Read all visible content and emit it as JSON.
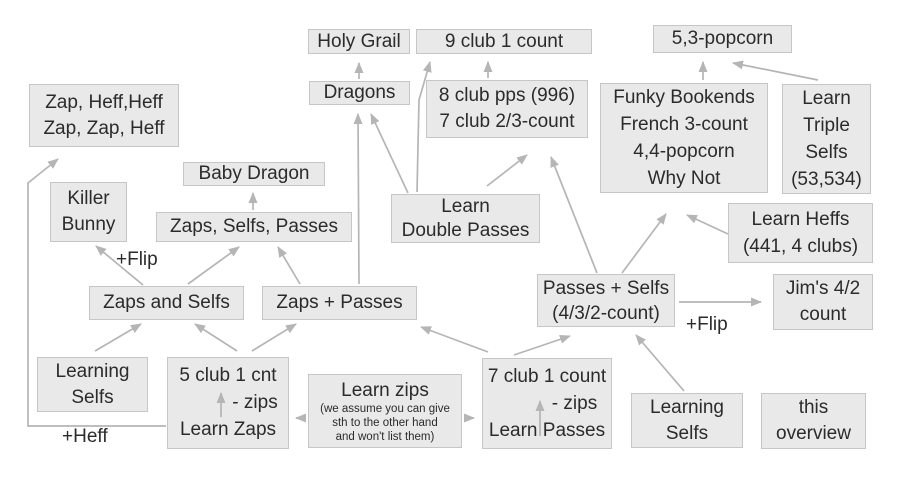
{
  "diagram": {
    "colors": {
      "background": "#ffffff",
      "box_fill": "#e9e9e9",
      "box_border": "#c6c6c6",
      "arrow": "#b5b5b5",
      "text": "#2b2b2b"
    },
    "nodes": {
      "zap_heff": "Zap, Heff,Heff\nZap, Zap, Heff",
      "holy_grail": "Holy Grail",
      "nine_club": "9 club 1 count",
      "popcorn_53": "5,3-popcorn",
      "dragons": "Dragons",
      "eight_club": "8 club pps (996)\n7 club 2/3-count",
      "funky": "Funky Bookends\nFrench 3-count\n4,4-popcorn\nWhy Not",
      "triple_selfs": "Learn\nTriple\nSelfs\n(53,534)",
      "baby_dragon": "Baby Dragon",
      "killer_bunny": "Killer\nBunny",
      "zaps_selfs_passes": "Zaps, Selfs, Passes",
      "learn_double_passes": "Learn\nDouble Passes",
      "learn_heffs": "Learn Heffs\n(441, 4 clubs)",
      "zaps_and_selfs": "Zaps and Selfs",
      "zaps_passes": "Zaps + Passes",
      "passes_selfs": "Passes + Selfs\n(4/3/2-count)",
      "jims": "Jim's 4/2\ncount",
      "learning_selfs_left": "Learning\nSelfs",
      "five_club": {
        "line1": "5 club 1 cnt",
        "line2": "- zips",
        "line3": "Learn Zaps"
      },
      "learn_zips": {
        "title": "Learn zips",
        "note": "(we assume you can give\nsth to the other hand\nand won't list them)"
      },
      "seven_club": {
        "line1": "7 club 1 count",
        "line2": "- zips",
        "line3": "Learn Passes"
      },
      "learning_selfs_right": "Learning\nSelfs",
      "this_overview": "this\noverview"
    },
    "edge_labels": {
      "flip_left": "+Flip",
      "flip_right": "+Flip",
      "heff": "+Heff"
    },
    "edges": [
      {
        "from": "dragons",
        "to": "holy_grail",
        "label": ""
      },
      {
        "from": "eight_club",
        "to": "nine_club",
        "label": ""
      },
      {
        "from": "learn_double_passes",
        "to": "nine_club",
        "label": ""
      },
      {
        "from": "funky",
        "to": "popcorn_53",
        "label": ""
      },
      {
        "from": "triple_selfs",
        "to": "popcorn_53",
        "label": ""
      },
      {
        "from": "learn_double_passes",
        "to": "dragons",
        "label": ""
      },
      {
        "from": "zaps_passes",
        "to": "dragons",
        "label": ""
      },
      {
        "from": "learn_double_passes",
        "to": "eight_club",
        "label": ""
      },
      {
        "from": "passes_selfs",
        "to": "eight_club",
        "label": ""
      },
      {
        "from": "passes_selfs",
        "to": "funky",
        "label": ""
      },
      {
        "from": "learn_heffs",
        "to": "funky",
        "label": ""
      },
      {
        "from": "zaps_selfs_passes",
        "to": "baby_dragon",
        "label": ""
      },
      {
        "from": "zaps_and_selfs",
        "to": "killer_bunny",
        "label": "+Flip"
      },
      {
        "from": "zaps_and_selfs",
        "to": "zaps_selfs_passes",
        "label": ""
      },
      {
        "from": "zaps_passes",
        "to": "zaps_selfs_passes",
        "label": ""
      },
      {
        "from": "learning_selfs_left",
        "to": "zaps_and_selfs",
        "label": ""
      },
      {
        "from": "five_club",
        "to": "zaps_and_selfs",
        "label": ""
      },
      {
        "from": "five_club",
        "to": "zaps_passes",
        "label": ""
      },
      {
        "from": "seven_club",
        "to": "zaps_passes",
        "label": ""
      },
      {
        "from": "seven_club",
        "to": "passes_selfs",
        "label": ""
      },
      {
        "from": "learning_selfs_right",
        "to": "passes_selfs",
        "label": ""
      },
      {
        "from": "passes_selfs",
        "to": "jims",
        "label": "+Flip"
      },
      {
        "from": "learn_zips",
        "to": "five_club",
        "label": ""
      },
      {
        "from": "learn_zips",
        "to": "seven_club",
        "label": ""
      },
      {
        "from": "five_club",
        "to": "zap_heff",
        "label": "+Heff"
      }
    ]
  }
}
